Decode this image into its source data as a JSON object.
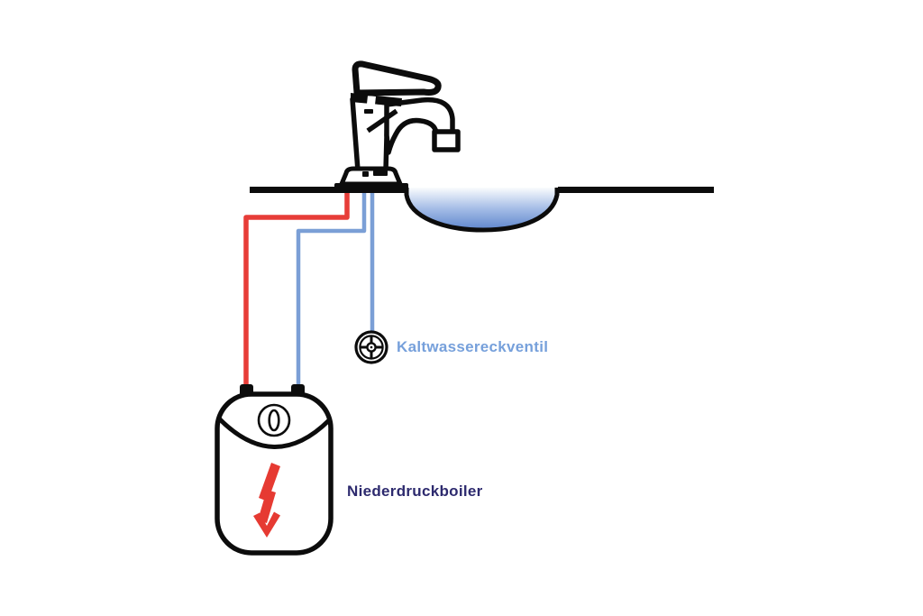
{
  "diagram": {
    "labels": {
      "valve": "Kaltwassereckventil",
      "boiler": "Niederdruckboiler"
    },
    "icons": {
      "faucet": "faucet-icon",
      "sink": "sink-basin",
      "valve": "handwheel-valve-icon",
      "boiler": "boiler-tank-icon",
      "lightning": "lightning-arrow-icon"
    },
    "colors": {
      "outline": "#0c0c0c",
      "fill": "#ffffff",
      "hot_pipe": "#e73d38",
      "cold_pipe": "#7b9fd6",
      "lightning": "#e63a32",
      "valve_label_color": "#76a0db",
      "boiler_label_color": "#2d2a6e",
      "water_top": "#fafcfe",
      "water_mid": "#a4bce6",
      "water_deep": "#5e86cd"
    }
  }
}
